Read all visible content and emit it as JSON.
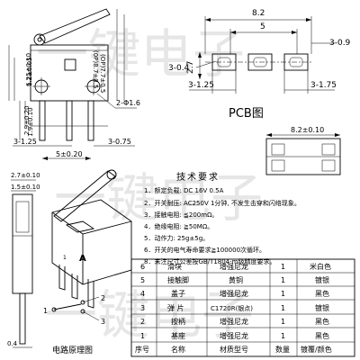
{
  "top_dims": {
    "total_width": "8.2",
    "pin_span": "5",
    "pin_side": "3-0.9",
    "pin_hole_left": "3-0.4",
    "height": "2.7",
    "left_bottom": "3-1.25",
    "right_bottom": "3-1.75",
    "pcb_title": "PCB图"
  },
  "side_view": {
    "height_main": "6.25±0.10",
    "height_a": "(0P)8.7±0.5",
    "height_b": "(OP)7.7±0.5",
    "width_a": "1.2±0.05",
    "height_pins": "2.9±0.20",
    "offset": "1.9±0.10",
    "hole": "2-Φ1.6",
    "left_bottom": "3-1.25",
    "right_bottom": "3-0.75",
    "pitch": "5±0.20"
  },
  "right_view": {
    "width": "8.2±0.10"
  },
  "front_view": {
    "width": "2.7±0.10",
    "width_b": "1.5±0.10",
    "pin_thickness": "0.4",
    "caption": "电路原理图"
  },
  "terminals": [
    "3",
    "2",
    "1"
  ],
  "tech_title": "技术要求",
  "tech_items": [
    "1．额定负载: DC 16V 0.5A",
    "2．开关耐压: AC250V 1分钟, 不发生击穿和闪络现象。",
    "3．接触电阻: ≦200mΩ。",
    "4．绝缘电阻: ≧50MΩ。",
    "5．动作力: 25g±5g。",
    "6．开关的电气寿命要求≧100000次循环。",
    "8．未注尺寸公差按GB/T1804-m级精度要求。"
  ],
  "table": {
    "rows": [
      [
        "6",
        "滑块",
        "增强尼龙",
        "1",
        "米白色"
      ],
      [
        "5",
        "接触脚",
        "黄铜",
        "1",
        "镀银"
      ],
      [
        "4",
        "盖子",
        "增强尼龙",
        "1",
        "黑色"
      ],
      [
        "3",
        "弹 片",
        "C1720R(银点)",
        "1",
        "镀银"
      ],
      [
        "2",
        "按柄",
        "增强尼龙",
        "1",
        "黑色"
      ],
      [
        "1",
        "基座",
        "增强尼龙",
        "1",
        "黑色"
      ]
    ],
    "header": [
      "序号",
      "名称",
      "材质型号",
      "数量",
      "镀覆/颜色"
    ]
  },
  "watermark": "一键电子"
}
